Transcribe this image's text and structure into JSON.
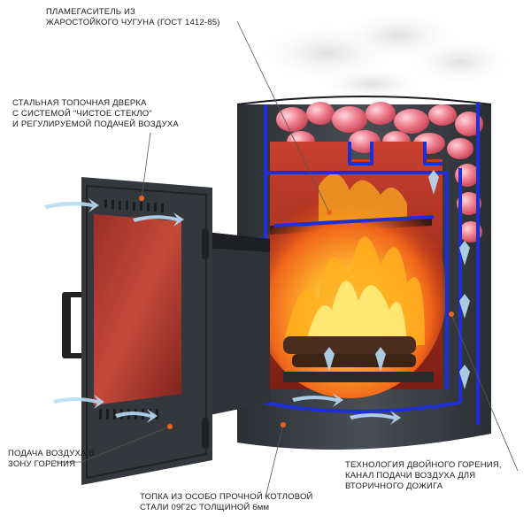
{
  "labels": {
    "flame_damper": {
      "line1": "ПЛАМЕГАСИТЕЛЬ ИЗ",
      "line2": "ЖАРОСТОЙКОГО ЧУГУНА (ГОСТ 1412-85)"
    },
    "door": {
      "line1": "СТАЛЬНАЯ ТОПОЧНАЯ ДВЕРКА",
      "line2": "С СИСТЕМОЙ \"ЧИСТОЕ СТЕКЛО\"",
      "line3": "И РЕГУЛИРУЕМОЙ ПОДАЧЕЙ ВОЗДУХА"
    },
    "air_supply": {
      "line1": "ПОДАЧА ВОЗДУХА В",
      "line2": "ЗОНУ ГОРЕНИЯ"
    },
    "firebox": {
      "line1": "ТОПКА ИЗ ОСОБО ПРОЧНОЙ КОТЛОВОЙ",
      "line2": "СТАЛИ 09Г2С ТОЛЩИНОЙ 6мм"
    },
    "double_burn": {
      "line1": "ТЕХНОЛОГИЯ ДВОЙНОГО ГОРЕНИЯ,",
      "line2": "КАНАЛ ПОДАЧИ ВОЗДУХА ДЛЯ",
      "line3": "ВТОРИЧНОГО ДОЖИГА"
    }
  },
  "colors": {
    "steel": "#3a3d42",
    "steel_dark": "#24262a",
    "cutaway_edge": "#1f2fd6",
    "glass": "#b03a2e",
    "stones": "#e05a6a",
    "fire": "#f39a1f",
    "marker": "#e8651a",
    "air_arrow": "#a8d4f0"
  },
  "icons": {
    "air_arrow": "air-flow-arrow-icon",
    "marker": "callout-dot-icon"
  }
}
